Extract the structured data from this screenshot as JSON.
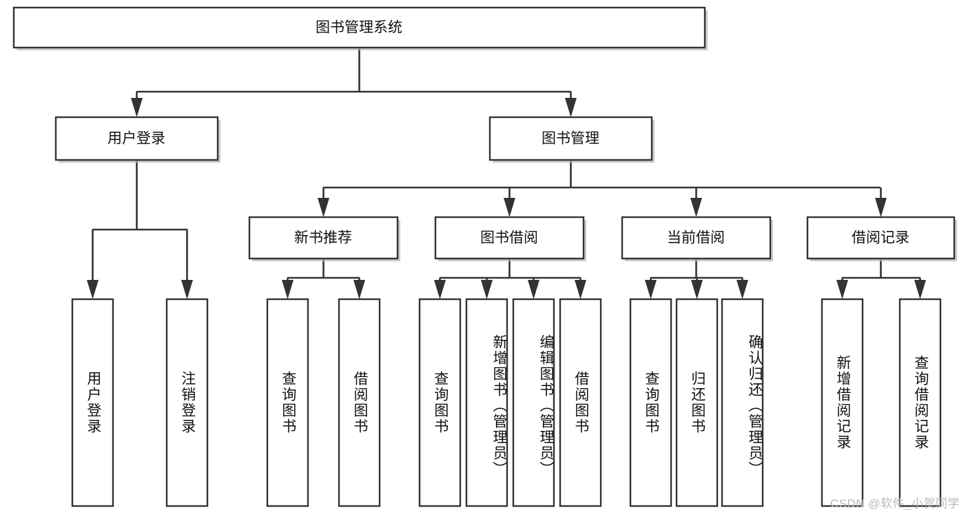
{
  "diagram": {
    "type": "tree-hierarchy",
    "title": "图书管理系统",
    "orientation": "top-down",
    "watermark": "CSDN @软件_小贺同学",
    "colors": {
      "box_fill": "#ffffff",
      "box_stroke": "#333333",
      "connector": "#333333",
      "text": "#111111",
      "watermark": "#b9b9b9"
    },
    "root": {
      "label": "图书管理系统"
    },
    "level2": [
      {
        "label": "用户登录"
      },
      {
        "label": "图书管理"
      }
    ],
    "level3": [
      {
        "label": "新书推荐"
      },
      {
        "label": "图书借阅"
      },
      {
        "label": "当前借阅"
      },
      {
        "label": "借阅记录"
      }
    ],
    "leaves": {
      "user_login": [
        {
          "label": "用户登录"
        },
        {
          "label": "注销登录"
        }
      ],
      "new_book_recommend": [
        {
          "label": "查询图书"
        },
        {
          "label": "借阅图书"
        }
      ],
      "book_borrow": [
        {
          "label": "查询图书"
        },
        {
          "label": "新增图书（管理员）"
        },
        {
          "label": "编辑图书（管理员）"
        },
        {
          "label": "借阅图书"
        }
      ],
      "current_borrow": [
        {
          "label": "查询图书"
        },
        {
          "label": "归还图书"
        },
        {
          "label": "确认归还（管理员）"
        }
      ],
      "borrow_record": [
        {
          "label": "新增借阅记录"
        },
        {
          "label": "查询借阅记录"
        }
      ]
    }
  }
}
